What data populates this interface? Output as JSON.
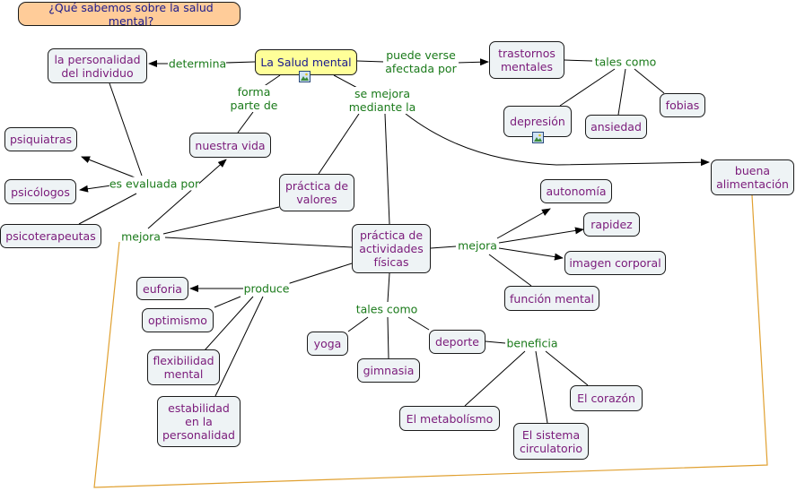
{
  "question": "¿Qué sabemos sobre la salud mental?",
  "nodes": {
    "salud_mental": "La Salud mental",
    "personalidad": "la personalidad del individuo",
    "trastornos": "trastornos mentales",
    "depresion": "depresión",
    "ansiedad": "ansiedad",
    "fobias": "fobias",
    "psiquiatras": "psiquiatras",
    "psicologos": "psicólogos",
    "psicoterapeutas": "psicoterapeutas",
    "nuestra_vida": "nuestra vida",
    "practica_valores": "práctica de valores",
    "practica_actividades": "práctica de actividades físicas",
    "buena_alimentacion": "buena alimentación",
    "autonomia": "autonomía",
    "rapidez": "rapidez",
    "imagen_corporal": "imagen corporal",
    "funcion_mental": "función mental",
    "euforia": "euforia",
    "optimismo": "optimismo",
    "flexibilidad": "flexibilidad mental",
    "estabilidad": "estabilidad en la personalidad",
    "yoga": "yoga",
    "gimnasia": "gimnasia",
    "deporte": "deporte",
    "metabolismo": "El metabolísmo",
    "sistema_circulatorio": "El sistema circulatorio",
    "corazon": "El corazón"
  },
  "links": {
    "determina": "determina",
    "puede_verse": "puede verse afectada por",
    "tales_como_1": "tales como",
    "forma_parte": "forma parte de",
    "se_mejora": "se mejora mediante la",
    "evaluada": "es evaluada por",
    "mejora_1": "mejora",
    "mejora_2": "mejora",
    "produce": "produce",
    "tales_como_2": "tales como",
    "beneficia": "beneficia"
  },
  "colors": {
    "concept_fill": "#eef3f5",
    "concept_text": "#7a1a7a",
    "central_fill": "#ffff99",
    "question_fill": "#ffcc99",
    "link_text": "#1a7a1a",
    "line": "#000000",
    "accent_line": "#e0a030"
  }
}
